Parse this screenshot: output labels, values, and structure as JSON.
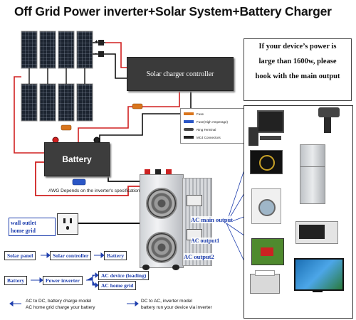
{
  "title": "Off Grid Power inverter+Solar System+Battery Charger",
  "controller_label": "Solar charger controller",
  "battery_label": "Battery",
  "note": {
    "line1": "If your device’s power is",
    "line2": "large than 1600w, please",
    "line3": "hook with the main output"
  },
  "legend": {
    "items": [
      {
        "label": "Fuse",
        "color": "#d9751c"
      },
      {
        "label": "Fuse(High Amperage)",
        "color": "#2a56c6"
      },
      {
        "label": "Ring Terminal",
        "color": "#444444"
      },
      {
        "label": "MC4 Connectors",
        "color": "#222222"
      }
    ]
  },
  "panel_signs": {
    "plus": "+",
    "minus": "-"
  },
  "awg_note": "AWG Depends on the inverter's specification",
  "wall_outlet": {
    "line1": "wall outlet",
    "line2": "home grid"
  },
  "outputs": {
    "main": "AC main output",
    "out1": "AC output1",
    "out2": "AC output2"
  },
  "flow1": {
    "a": "Solar panel",
    "b": "Solar controller",
    "c": "Battery"
  },
  "flow2": {
    "a": "Battery",
    "b": "Power inverter",
    "c": "AC device (loading)",
    "d": "AC home grid"
  },
  "footer": {
    "left_line1": "AC to DC, battery charge model",
    "left_line2": "AC home grid charge your battery",
    "right_line1": "DC to AC, inverter model",
    "right_line2": "battery run your device via inverter"
  },
  "colors": {
    "accent_blue": "#1f3fae",
    "wire_red": "#d02020",
    "wire_black": "#111111",
    "panel_dark": "#1c2430"
  }
}
